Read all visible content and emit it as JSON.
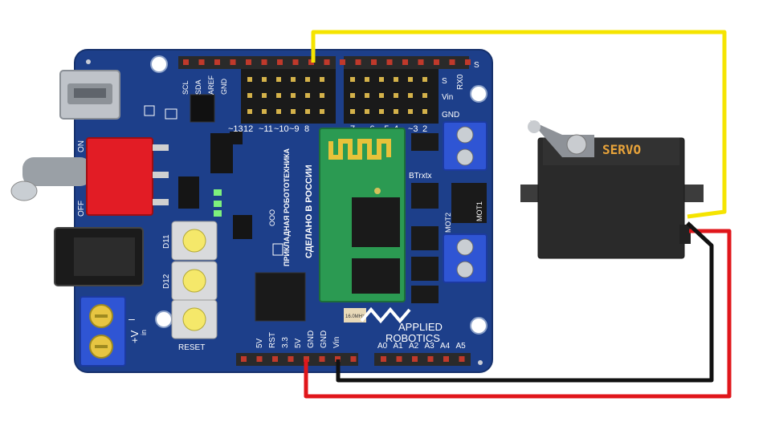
{
  "board": {
    "top_header": {
      "i2c_labels": [
        "SCL",
        "SDA",
        "AREF",
        "GND"
      ],
      "digital_labels": [
        "~13",
        "12",
        "~11",
        "~10",
        "~9",
        "8",
        "7",
        "~6",
        "~5",
        "4",
        "~3",
        "2"
      ],
      "row_labels": [
        "S",
        "S",
        "Vin",
        "GND"
      ],
      "rx_label": "RX0"
    },
    "bottom_header": {
      "power_labels": [
        "5V",
        "RST",
        "3.3",
        "5V",
        "GND",
        "GND",
        "Vin"
      ],
      "analog_labels": [
        "A0",
        "A1",
        "A2",
        "A3",
        "A4",
        "A5"
      ]
    },
    "switch_on": "ON",
    "switch_off": "OFF",
    "power_terminal_plus": "+V",
    "power_terminal_sub": "in",
    "power_terminal_minus": "–",
    "buttons": [
      "D11",
      "D12",
      "RESET"
    ],
    "bt_label": "BTrxtx",
    "mot1_label": "MOT1",
    "mot2_label": "MOT2",
    "silk_line1": "ПРИКЛАДНАЯ РОБОТОТЕХНИКА",
    "silk_line2": "СДЕЛАНО В РОССИИ",
    "silk_ooo": "ООО",
    "brand_line1": "APPLIED",
    "brand_line2": "ROBOTICS",
    "crystal_label": "16.0MHz"
  },
  "servo": {
    "label": "SERVO"
  },
  "colors": {
    "board_blue": "#1d3f8a",
    "wire_signal": "#f5e400",
    "wire_power": "#e0161b",
    "wire_ground": "#111111",
    "bt_module": "#2b9a52",
    "terminal_blue": "#2f55d4",
    "switch_red": "#e21c25",
    "button_yellow": "#f5e86a"
  },
  "icons": [
    "usb-connector-icon",
    "toggle-switch-icon",
    "dc-jack-icon",
    "screw-terminal-icon",
    "servo-motor-icon",
    "bluetooth-module-icon"
  ]
}
